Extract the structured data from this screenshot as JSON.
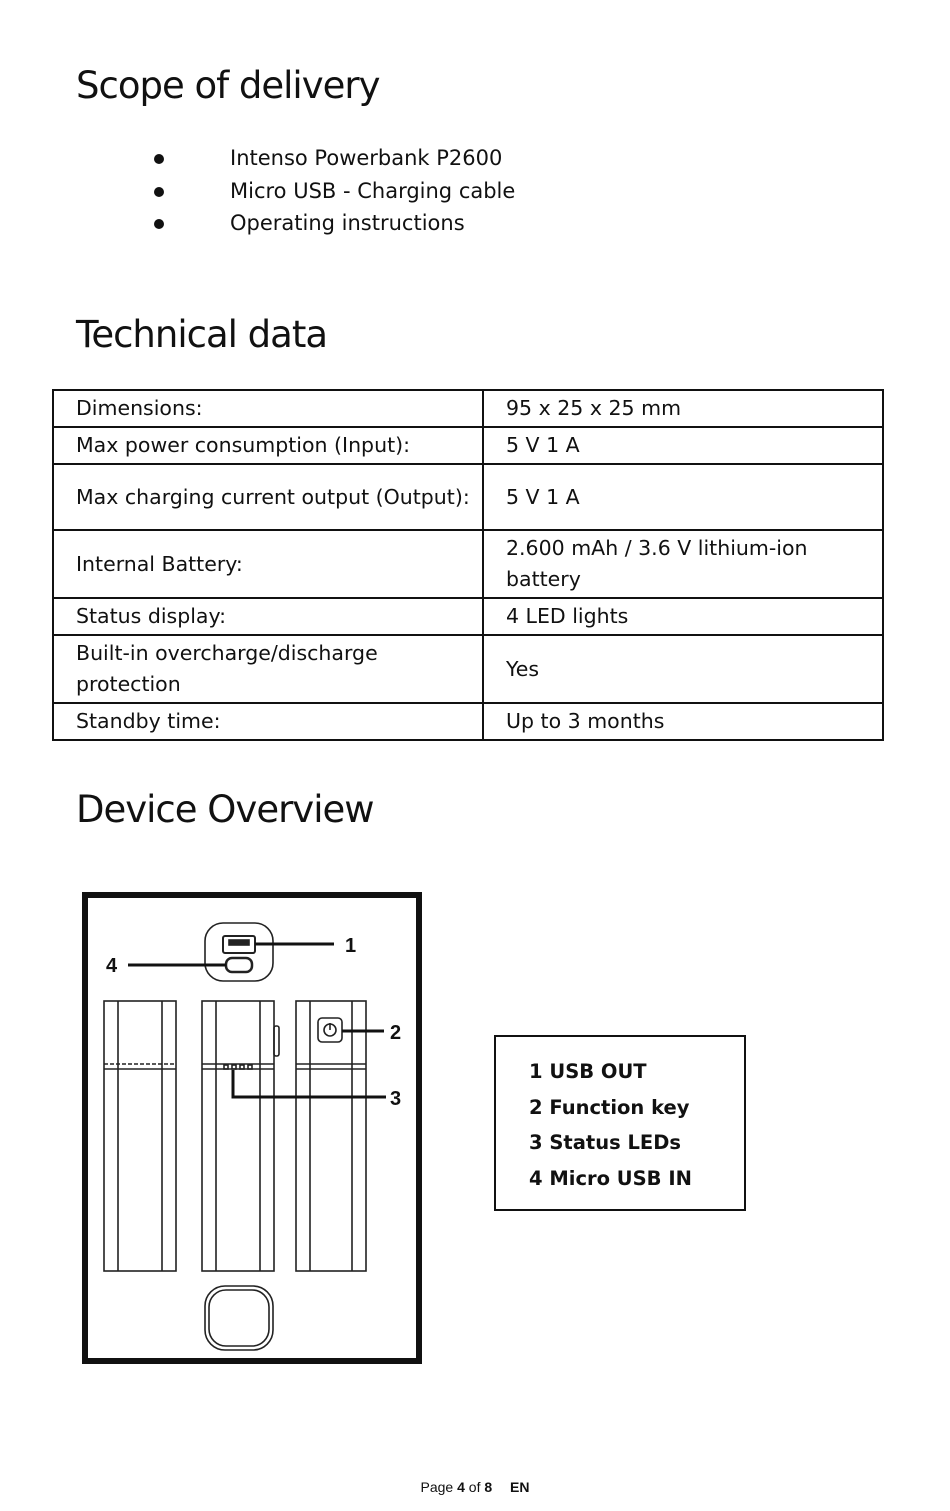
{
  "sections": {
    "scope_title": "Scope of delivery",
    "tech_title": "Technical data",
    "device_title": "Device Overview"
  },
  "scope_items": [
    "Intenso Powerbank P2600",
    "Micro USB - Charging cable",
    "Operating instructions"
  ],
  "tech_rows": [
    {
      "label": "Dimensions:",
      "value": "95 x 25 x 25 mm"
    },
    {
      "label": "Max power consumption (Input):",
      "value": "5 V 1 A"
    },
    {
      "label": "Max charging current output (Output):",
      "value": "5 V 1 A"
    },
    {
      "label": "Internal Battery:",
      "value": "2.600 mAh / 3.6 V lithium-ion battery"
    },
    {
      "label": "Status display:",
      "value": "4 LED lights"
    },
    {
      "label": "Built-in overcharge/discharge protection",
      "value": "Yes"
    },
    {
      "label": "Standby time:",
      "value": "Up to 3 months"
    }
  ],
  "figure_callouts": [
    "1",
    "2",
    "3",
    "4"
  ],
  "legend": [
    "1 USB OUT",
    "2 Function key",
    "3 Status LEDs",
    "4 Micro USB IN"
  ],
  "footer": {
    "page_word": "Page",
    "page_num": "4",
    "of_word": "of",
    "page_total": "8",
    "lang": "EN"
  }
}
